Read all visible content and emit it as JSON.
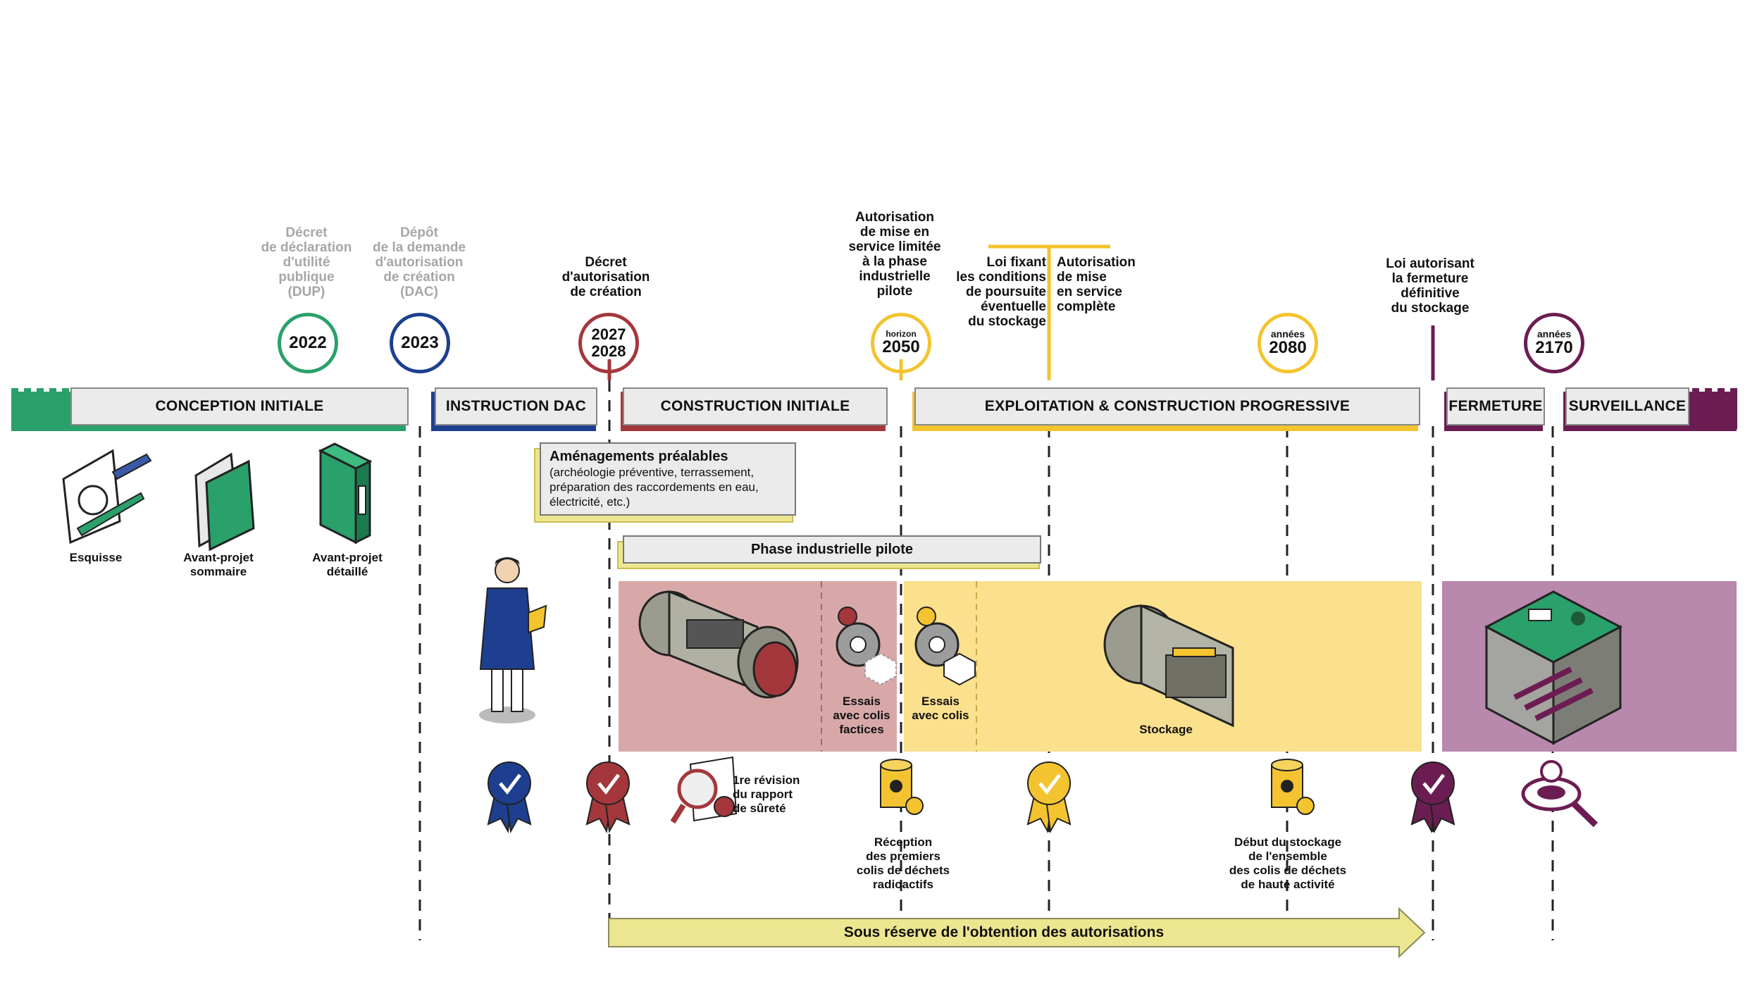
{
  "colors": {
    "green": "#2aa06a",
    "blue": "#1e3f8f",
    "red": "#a4373c",
    "yellow": "#f3c42f",
    "purple": "#6b1d52",
    "construction_bg": "#d8a8a9",
    "exploitation_bg": "#fbe08e",
    "closure_bg": "#b888ad",
    "arrow_fill": "#ede690"
  },
  "milestones": {
    "dup": {
      "label": "Décret\nde déclaration\nd'utilité\npublique\n(DUP)",
      "year": "2022"
    },
    "dac": {
      "label": "Dépôt\nde la demande\nd'autorisation\nde création\n(DAC)",
      "year": "2023"
    },
    "creation": {
      "label": "Décret\nd'autorisation\nde création",
      "year_top": "2027",
      "year_bottom": "2028"
    },
    "pilot_authorization": {
      "label": "Autorisation\nde mise en\nservice limitée\nà la phase\nindustrielle\npilote",
      "prefix": "horizon",
      "year": "2050"
    },
    "law_conditions": {
      "label": "Loi fixant\nles conditions\nde poursuite\néventuelle\ndu stockage"
    },
    "full_authorization": {
      "label": "Autorisation\nde mise\nen service\ncomplète"
    },
    "years_2080": {
      "prefix": "années",
      "year": "2080"
    },
    "closure_law": {
      "label": "Loi autorisant\nla fermeture\ndéfinitive\ndu stockage"
    },
    "years_2170": {
      "prefix": "années",
      "year": "2170"
    }
  },
  "phases": {
    "conception": "CONCEPTION INITIALE",
    "instruction": "INSTRUCTION DAC",
    "construction": "CONSTRUCTION INITIALE",
    "exploitation": "EXPLOITATION & CONSTRUCTION PROGRESSIVE",
    "fermeture": "FERMETURE",
    "surveillance": "SURVEILLANCE"
  },
  "conception_items": {
    "esquisse": "Esquisse",
    "avant_projet_sommaire": "Avant-projet\nsommaire",
    "avant_projet_detaille": "Avant-projet\ndétaillé"
  },
  "amenagements": {
    "title": "Aménagements préalables",
    "detail": "(archéologie préventive, terrassement,\npréparation des raccordements en eau,\nélectricité, etc.)"
  },
  "pilot_phase": "Phase industrielle pilote",
  "band_captions": {
    "essais_factices": "Essais\navec colis\nfactices",
    "essais_colis": "Essais\navec colis",
    "stockage": "Stockage"
  },
  "bottom_captions": {
    "revision": "1re révision\ndu rapport\nde sûreté",
    "reception": "Réception\ndes premiers\ncolis de déchets\nradioactifs",
    "debut_stockage": "Début du stockage\nde l'ensemble\ndes colis de déchets\nde haute activité"
  },
  "icons": {
    "esquisse": "sketch-drawing-icon",
    "folder": "folder-icon",
    "binder": "binder-icon",
    "engineer": "engineer-figure-icon",
    "tunnel_machine": "tunnel-boring-machine-icon",
    "gears": "gears-icon",
    "storage_tunnel": "storage-tunnel-icon",
    "closure": "underground-closure-icon",
    "rosette": "approval-rosette-icon",
    "report": "safety-report-icon",
    "barrel": "radioactive-barrel-icon",
    "surveillance": "magnifier-surveillance-icon"
  },
  "footer_arrow": "Sous réserve de l'obtention des autorisations"
}
